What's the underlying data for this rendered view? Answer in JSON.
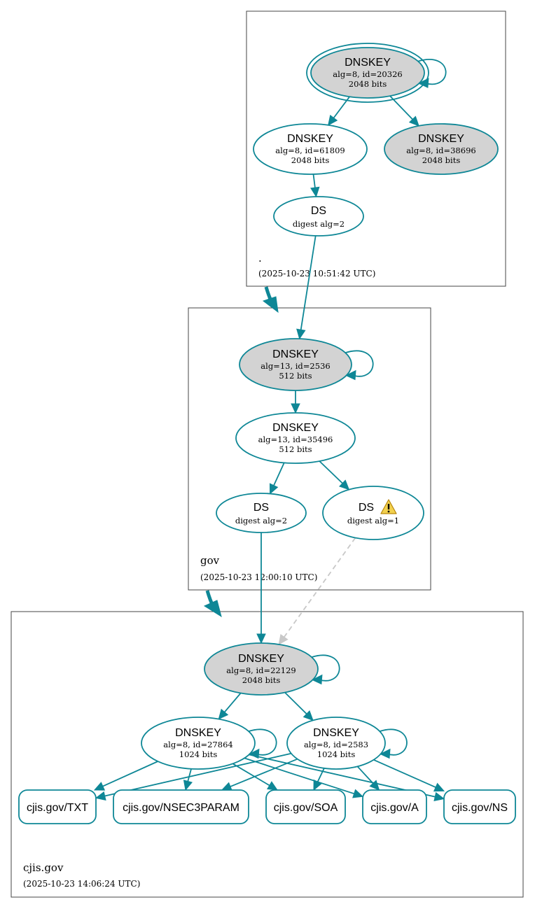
{
  "colors": {
    "edge": "#0e8796",
    "sep_fill": "#d3d3d3",
    "plain_fill": "#ffffff",
    "warning_fill": "#f2d14e",
    "dashed_edge": "#c8c8c8"
  },
  "zones": [
    {
      "id": "root",
      "name": ".",
      "timestamp": "(2025-10-23 10:51:42 UTC)"
    },
    {
      "id": "gov",
      "name": "gov",
      "timestamp": "(2025-10-23 12:00:10 UTC)"
    },
    {
      "id": "cjis",
      "name": "cjis.gov",
      "timestamp": "(2025-10-23 14:06:24 UTC)"
    }
  ],
  "nodes": [
    {
      "id": "root-ksk",
      "zone": "root",
      "type": "DNSKEY",
      "line1": "alg=8, id=20326",
      "line2": "2048 bits",
      "sep": true,
      "trust_anchor": true,
      "self_signed": true
    },
    {
      "id": "root-zsk1",
      "zone": "root",
      "type": "DNSKEY",
      "line1": "alg=8, id=61809",
      "line2": "2048 bits",
      "sep": false
    },
    {
      "id": "root-zsk2",
      "zone": "root",
      "type": "DNSKEY",
      "line1": "alg=8, id=38696",
      "line2": "2048 bits",
      "sep": true
    },
    {
      "id": "root-ds",
      "zone": "root",
      "type": "DS",
      "line1": "digest alg=2"
    },
    {
      "id": "gov-ksk",
      "zone": "gov",
      "type": "DNSKEY",
      "line1": "alg=13, id=2536",
      "line2": "512 bits",
      "sep": true,
      "self_signed": true
    },
    {
      "id": "gov-zsk",
      "zone": "gov",
      "type": "DNSKEY",
      "line1": "alg=13, id=35496",
      "line2": "512 bits",
      "sep": false
    },
    {
      "id": "gov-ds2",
      "zone": "gov",
      "type": "DS",
      "line1": "digest alg=2"
    },
    {
      "id": "gov-ds1",
      "zone": "gov",
      "type": "DS",
      "line1": "digest alg=1",
      "warning": true
    },
    {
      "id": "cjis-ksk",
      "zone": "cjis",
      "type": "DNSKEY",
      "line1": "alg=8, id=22129",
      "line2": "2048 bits",
      "sep": true,
      "self_signed": true
    },
    {
      "id": "cjis-zsk1",
      "zone": "cjis",
      "type": "DNSKEY",
      "line1": "alg=8, id=27864",
      "line2": "1024 bits",
      "sep": false,
      "self_signed": true
    },
    {
      "id": "cjis-zsk2",
      "zone": "cjis",
      "type": "DNSKEY",
      "line1": "alg=8, id=2583",
      "line2": "1024 bits",
      "sep": false,
      "self_signed": true
    }
  ],
  "rrsets": [
    {
      "id": "rr-txt",
      "label": "cjis.gov/TXT"
    },
    {
      "id": "rr-nsec3param",
      "label": "cjis.gov/NSEC3PARAM"
    },
    {
      "id": "rr-soa",
      "label": "cjis.gov/SOA"
    },
    {
      "id": "rr-a",
      "label": "cjis.gov/A"
    },
    {
      "id": "rr-ns",
      "label": "cjis.gov/NS"
    }
  ],
  "edges": [
    {
      "from": "root-ksk",
      "to": "root-zsk1",
      "style": "solid"
    },
    {
      "from": "root-ksk",
      "to": "root-zsk2",
      "style": "solid"
    },
    {
      "from": "root-zsk1",
      "to": "root-ds",
      "style": "solid"
    },
    {
      "from": "root-ds",
      "to": "gov-ksk",
      "style": "solid"
    },
    {
      "from": "gov-ksk",
      "to": "gov-zsk",
      "style": "solid"
    },
    {
      "from": "gov-zsk",
      "to": "gov-ds2",
      "style": "solid"
    },
    {
      "from": "gov-zsk",
      "to": "gov-ds1",
      "style": "solid"
    },
    {
      "from": "gov-ds2",
      "to": "cjis-ksk",
      "style": "solid"
    },
    {
      "from": "gov-ds1",
      "to": "cjis-ksk",
      "style": "dashed"
    },
    {
      "from": "cjis-ksk",
      "to": "cjis-zsk1",
      "style": "solid"
    },
    {
      "from": "cjis-ksk",
      "to": "cjis-zsk2",
      "style": "solid"
    },
    {
      "from": "cjis-zsk1",
      "to": "rr-txt",
      "style": "solid"
    },
    {
      "from": "cjis-zsk1",
      "to": "rr-nsec3param",
      "style": "solid"
    },
    {
      "from": "cjis-zsk1",
      "to": "rr-soa",
      "style": "solid"
    },
    {
      "from": "cjis-zsk1",
      "to": "rr-a",
      "style": "solid"
    },
    {
      "from": "cjis-zsk1",
      "to": "rr-ns",
      "style": "solid"
    },
    {
      "from": "cjis-zsk2",
      "to": "rr-txt",
      "style": "solid"
    },
    {
      "from": "cjis-zsk2",
      "to": "rr-nsec3param",
      "style": "solid"
    },
    {
      "from": "cjis-zsk2",
      "to": "rr-soa",
      "style": "solid"
    },
    {
      "from": "cjis-zsk2",
      "to": "rr-a",
      "style": "solid"
    },
    {
      "from": "cjis-zsk2",
      "to": "rr-ns",
      "style": "solid"
    }
  ],
  "delegations": [
    {
      "from": "root",
      "to": "gov"
    },
    {
      "from": "gov",
      "to": "cjis"
    }
  ]
}
